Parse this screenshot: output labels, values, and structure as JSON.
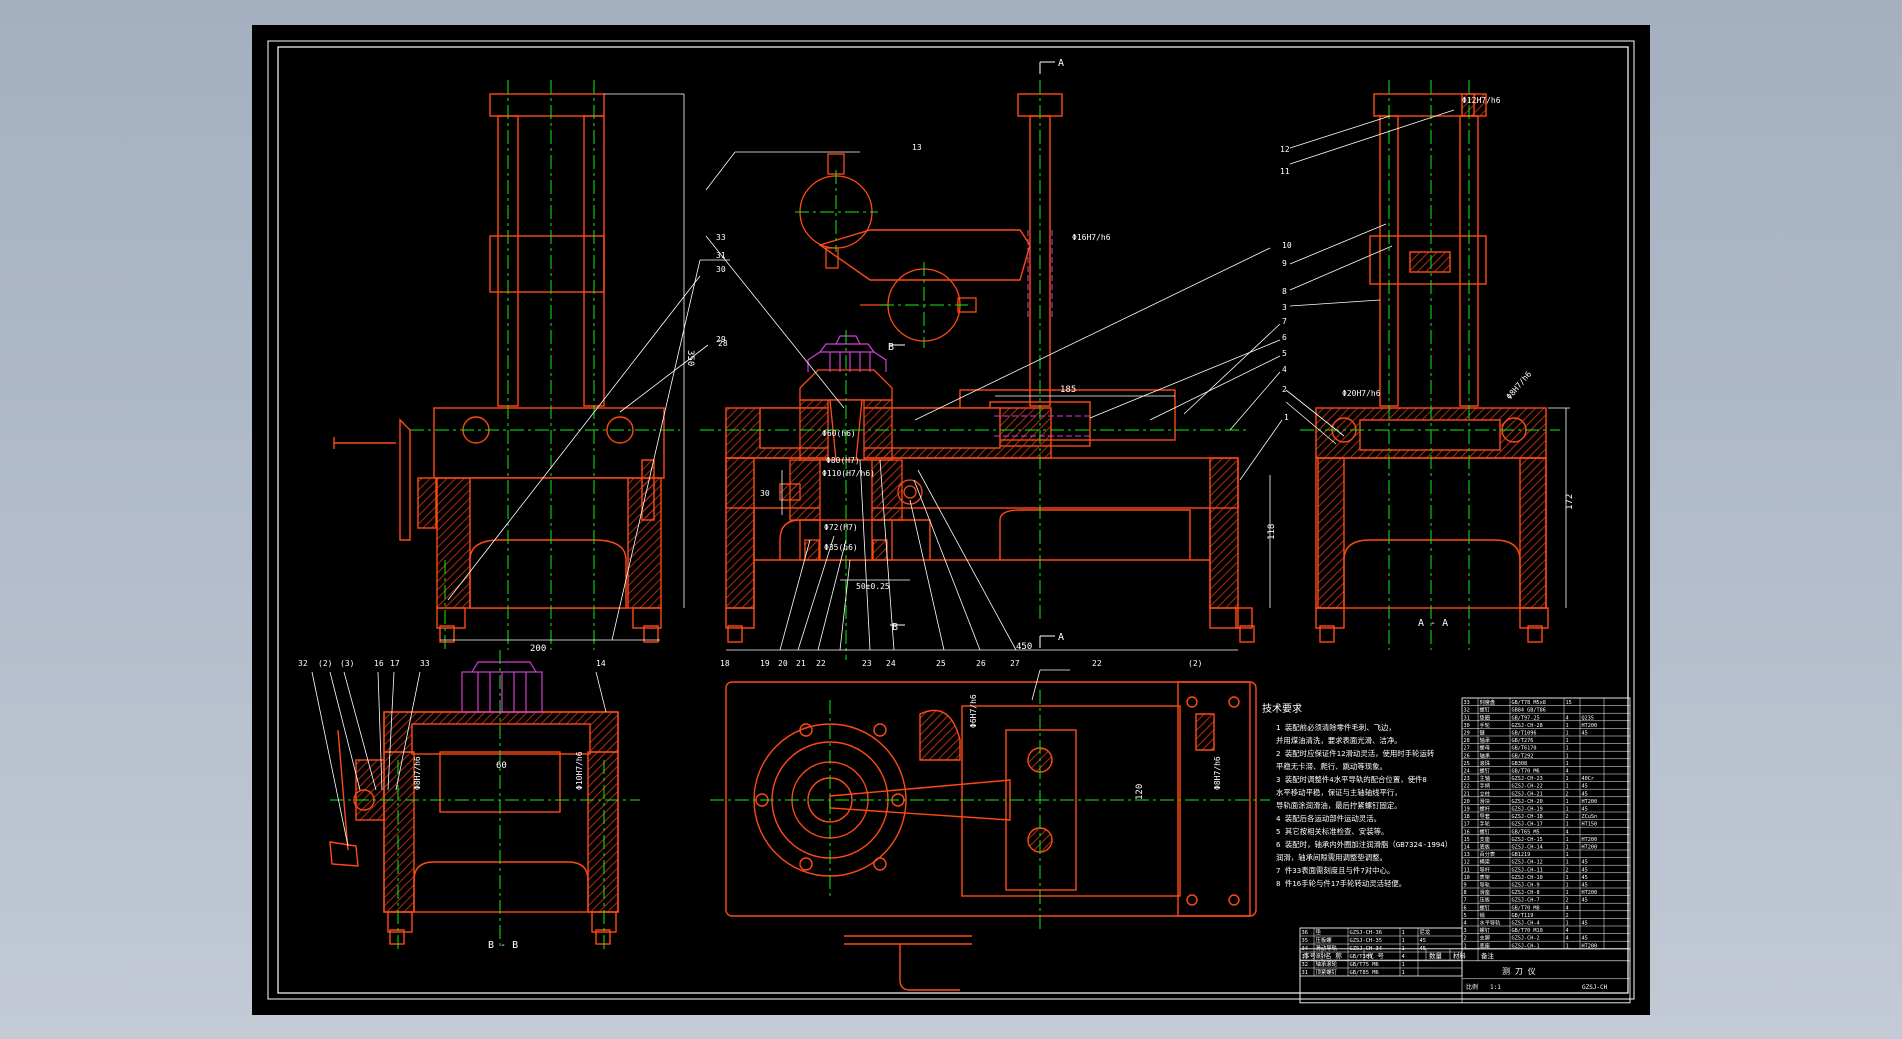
{
  "colors": {
    "background": "#a9b4c3",
    "sheet": "#000000",
    "border": "#ffffff",
    "outline": "#ff4a14",
    "center": "#11ee11",
    "leader": "#ffffff",
    "hatch": "#d73a14",
    "hidden": "#d040d0",
    "dim": "#ffffff"
  },
  "section_labels": {
    "section_a": "A",
    "section_a2": "A",
    "section_b": "B",
    "section_b2": "B",
    "view_aa": "A - A",
    "view_bb": "B - B"
  },
  "callouts": {
    "c1": "1",
    "c2": "2",
    "c3": "3",
    "c4": "4",
    "c5": "5",
    "c6": "6",
    "c7": "7",
    "c8": "8",
    "c9": "9",
    "c10": "10",
    "c11": "11",
    "c12": "12",
    "c13": "13",
    "c14": "14",
    "c16": "16",
    "c17": "17",
    "c18": "18",
    "c19": "19",
    "c20": "20",
    "c21": "21",
    "c22": "22",
    "c23": "23",
    "c24": "24",
    "c25": "25",
    "c26": "26",
    "c27": "27",
    "c28": "28",
    "c29": "29",
    "c30": "30",
    "c31": "31",
    "c32": "32",
    "c33": "33",
    "c33b": "33",
    "c22b": "22",
    "c19b": "(2)",
    "c20b": "(3)",
    "c21b": "(2)"
  },
  "dimensions": {
    "d_h_left": "350",
    "d_w_left": "200",
    "d_w_front": "450",
    "d_h_front": "118",
    "d_rail": "185",
    "d_h_right": "172",
    "d_phi60": "Φ60(h6)",
    "d_phi80": "Φ80(H7)",
    "d_phi110": "Φ110(H7/h6)",
    "d_phi72": "Φ72(H7)",
    "d_phi35": "Φ35(h6)",
    "d_50": "50±0.25",
    "d_30": "30",
    "d_phi16": "Φ16H7/h6",
    "d_phi12": "Φ12H7/h6",
    "d_phi20": "Φ20H7/h6",
    "d_phi8": "Φ8H7/h6",
    "d_phi8b": "Φ8H7/h6",
    "d_phi10": "Φ10H7/h6",
    "d_phi6": "Φ6H7/h6",
    "d_120": "120",
    "d_60": "60"
  },
  "notes": {
    "title": "技术要求",
    "lines": [
      "1 装配前必须清除零件毛刺、飞边，",
      "  并用煤油清洗，要求表面光滑、洁净。",
      "2 装配时应保证件12滑动灵活，使用时手轮运转",
      "  平稳无卡滞、爬行、跳动等现象。",
      "3 装配时调整件4水平导轨的配合位置，使件8",
      "  水平移动平稳，保证与主轴轴线平行，",
      "  导轨面涂润滑油，最后拧紧螺钉固定。",
      "4 装配后各运动部件运动灵活。",
      "5 其它按相关标准检查、安装等。",
      "6 装配时，轴承内外圈加注润滑脂（GB7324-1994）",
      "  润滑，轴承间隙需用调整垫调整。",
      "7 件33表面需刻度且与件7对中心。",
      "8 件16手轮与件17手轮转动灵活轻便。"
    ]
  },
  "bom": {
    "rows": [
      {
        "no": "33",
        "name": "刻度盘",
        "code": "GB/T78 M5x8",
        "qty": "15",
        "mat": ""
      },
      {
        "no": "32",
        "name": "螺钉",
        "code": "GB84 GB/T86",
        "qty": "",
        "mat": ""
      },
      {
        "no": "31",
        "name": "垫圈",
        "code": "GB/T97-25",
        "qty": "4",
        "mat": "Q235"
      },
      {
        "no": "30",
        "name": "手轮",
        "code": "GZSJ-CH-28",
        "qty": "1",
        "mat": "HT200"
      },
      {
        "no": "29",
        "name": "键",
        "code": "GB/T1096",
        "qty": "1",
        "mat": "45"
      },
      {
        "no": "28",
        "name": "轴承",
        "code": "GB/T276",
        "qty": "1",
        "mat": ""
      },
      {
        "no": "27",
        "name": "螺母",
        "code": "GB/T6170",
        "qty": "1",
        "mat": ""
      },
      {
        "no": "26",
        "name": "轴承",
        "code": "GB/T292",
        "qty": "1",
        "mat": ""
      },
      {
        "no": "25",
        "name": "滚珠",
        "code": "GB308",
        "qty": "1",
        "mat": ""
      },
      {
        "no": "24",
        "name": "螺钉",
        "code": "GB/T70 M6",
        "qty": "4",
        "mat": ""
      },
      {
        "no": "23",
        "name": "主轴",
        "code": "GZSJ-CH-23",
        "qty": "1",
        "mat": "40Cr"
      },
      {
        "no": "22",
        "name": "手柄",
        "code": "GZSJ-CH-22",
        "qty": "1",
        "mat": "45"
      },
      {
        "no": "21",
        "name": "立柱",
        "code": "GZSJ-CH-21",
        "qty": "2",
        "mat": "45"
      },
      {
        "no": "20",
        "name": "滑块",
        "code": "GZSJ-CH-20",
        "qty": "1",
        "mat": "HT200"
      },
      {
        "no": "19",
        "name": "螺杆",
        "code": "GZSJ-CH-19",
        "qty": "1",
        "mat": "45"
      },
      {
        "no": "18",
        "name": "导套",
        "code": "GZSJ-CH-18",
        "qty": "2",
        "mat": "ZCuSn"
      },
      {
        "no": "17",
        "name": "手轮",
        "code": "GZSJ-CH-17",
        "qty": "1",
        "mat": "HT150"
      },
      {
        "no": "16",
        "name": "螺钉",
        "code": "GB/T65 M5",
        "qty": "4",
        "mat": ""
      },
      {
        "no": "15",
        "name": "支座",
        "code": "GZSJ-CH-15",
        "qty": "1",
        "mat": "HT200"
      },
      {
        "no": "14",
        "name": "底板",
        "code": "GZSJ-CH-14",
        "qty": "1",
        "mat": "HT200"
      },
      {
        "no": "13",
        "name": "百分表",
        "code": "GB1219",
        "qty": "1",
        "mat": ""
      },
      {
        "no": "12",
        "name": "横梁",
        "code": "GZSJ-CH-12",
        "qty": "1",
        "mat": "45"
      },
      {
        "no": "11",
        "name": "导杆",
        "code": "GZSJ-CH-11",
        "qty": "2",
        "mat": "45"
      },
      {
        "no": "10",
        "name": "表架",
        "code": "GZSJ-CH-10",
        "qty": "1",
        "mat": "45"
      },
      {
        "no": "9",
        "name": "导轨",
        "code": "GZSJ-CH-9",
        "qty": "1",
        "mat": "45"
      },
      {
        "no": "8",
        "name": "滑座",
        "code": "GZSJ-CH-8",
        "qty": "1",
        "mat": "HT200"
      },
      {
        "no": "7",
        "name": "压板",
        "code": "GZSJ-CH-7",
        "qty": "2",
        "mat": "45"
      },
      {
        "no": "6",
        "name": "螺钉",
        "code": "GB/T70 M8",
        "qty": "4",
        "mat": ""
      },
      {
        "no": "5",
        "name": "销",
        "code": "GB/T119",
        "qty": "2",
        "mat": ""
      },
      {
        "no": "4",
        "name": "水平导轨",
        "code": "GZSJ-CH-4",
        "qty": "1",
        "mat": "45"
      },
      {
        "no": "3",
        "name": "螺钉",
        "code": "GB/T70 M10",
        "qty": "4",
        "mat": ""
      },
      {
        "no": "2",
        "name": "支脚",
        "code": "GZSJ-CH-2",
        "qty": "4",
        "mat": "45"
      },
      {
        "no": "1",
        "name": "底座",
        "code": "GZSJ-CH-1",
        "qty": "1",
        "mat": "HT200"
      }
    ],
    "header": {
      "no": "序号",
      "name": "名 称",
      "code": "代 号",
      "qty": "数量",
      "mat": "材料",
      "remark": "备注"
    },
    "title_name": "测 刀 仪",
    "scale_label": "比例",
    "scale": "1:1",
    "drawing_no": "GZSJ-CH"
  },
  "lower_table": {
    "rows": [
      {
        "no": "36",
        "name": "垫",
        "code": "GZSJ-CH-36",
        "qty": "1",
        "mat": "尼龙"
      },
      {
        "no": "35",
        "name": "压板螺",
        "code": "GZSJ-CH-35",
        "qty": "1",
        "mat": "45"
      },
      {
        "no": "34",
        "name": "滑动导轨",
        "code": "GZSJ-CH-34",
        "qty": "1",
        "mat": "45"
      },
      {
        "no": "33",
        "name": "滚针",
        "code": "GB/T309",
        "qty": "4",
        "mat": ""
      },
      {
        "no": "32",
        "name": "轴承滚轮",
        "code": "GB/T75 M6",
        "qty": "1",
        "mat": ""
      },
      {
        "no": "31",
        "name": "顶紧螺钉",
        "code": "GB/T85 M6",
        "qty": "1",
        "mat": ""
      }
    ]
  }
}
